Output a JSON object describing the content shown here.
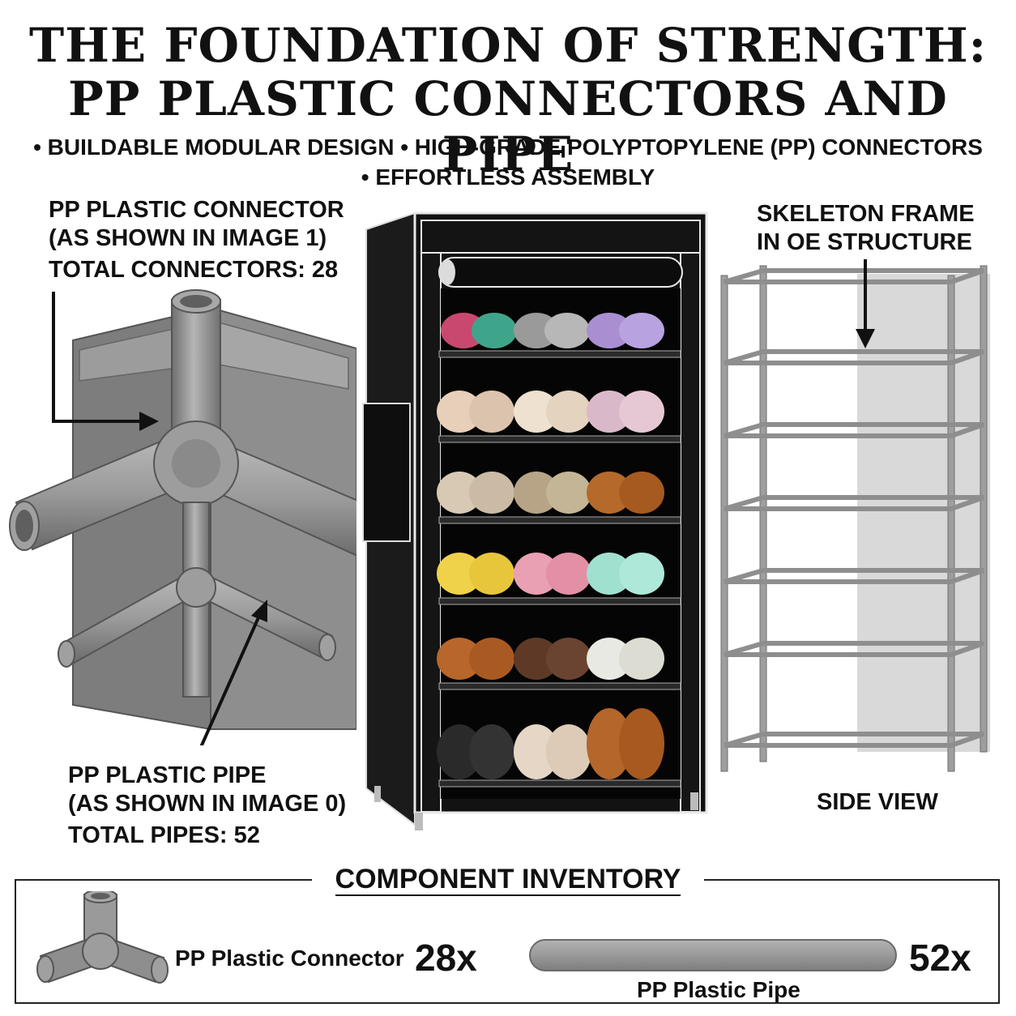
{
  "title": {
    "line1": "THE FOUNDATION OF STRENGTH:",
    "line2": "PP PLASTIC CONNECTORS AND PIPE"
  },
  "features": {
    "row1": "• BUILDABLE MODULAR DESIGN • HIGH-GRADE POLYPTOPYLENE (PP) CONNECTORS",
    "row2": "• EFFORTLESS ASSEMBLY"
  },
  "connector_callout": {
    "line1": "PP PLASTIC CONNECTOR",
    "line2": "(AS SHOWN IN IMAGE 1)",
    "line3": "TOTAL CONNECTORS: 28"
  },
  "pipe_callout": {
    "line1": "PP PLASTIC PIPE",
    "line2": "(AS SHOWN IN IMAGE 0)",
    "line3": "TOTAL PIPES: 52"
  },
  "frame_callout": {
    "line1": "SKELETON FRAME",
    "line2": "IN OE STRUCTURE",
    "side_view": "SIDE VIEW"
  },
  "inventory": {
    "title": "COMPONENT INVENTORY",
    "connector_label": "PP Plastic Connector",
    "connector_count": "28x",
    "pipe_label": "PP Plastic Pipe",
    "pipe_count": "52x"
  },
  "colors": {
    "pipe_gray": "#9a9a9a",
    "panel_gray": "#8a8a8a",
    "cabinet_black": "#121212",
    "trim_white": "#e8e8e8"
  },
  "icons": [
    "corner-connector-icon",
    "pipe-icon",
    "shoe-rack-icon",
    "skeleton-frame-icon",
    "arrow-icon"
  ]
}
